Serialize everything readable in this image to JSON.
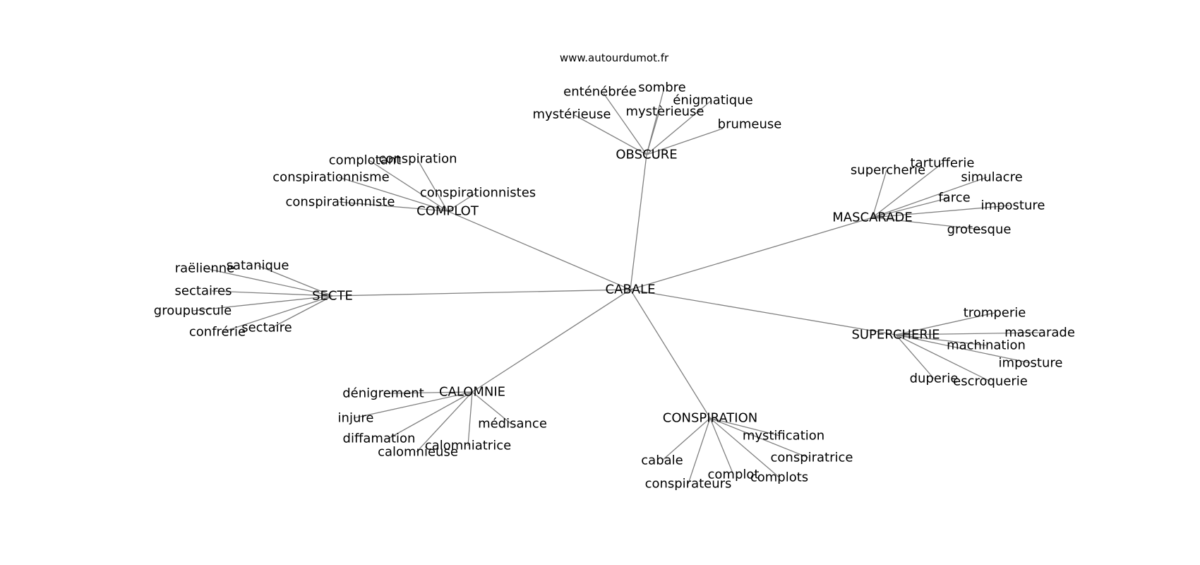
{
  "site": "www.autourdumot.fr",
  "root": "CABALE",
  "clusters": [
    {
      "hub": "OBSCURE",
      "words": [
        "mystérieuse",
        "enténébrée",
        "mystèrieuse",
        "sombre",
        "énigmatique",
        "brumeuse"
      ]
    },
    {
      "hub": "COMPLOT",
      "words": [
        "complotant",
        "conspiration",
        "conspirationnisme",
        "conspirationniste",
        "conspirationnistes"
      ]
    },
    {
      "hub": "MASCARADE",
      "words": [
        "supercherie",
        "tartufferie",
        "simulacre",
        "farce",
        "imposture",
        "grotesque"
      ]
    },
    {
      "hub": "SECTE",
      "words": [
        "raëlienne",
        "satanique",
        "sectaires",
        "groupuscule",
        "confrérie",
        "sectaire"
      ]
    },
    {
      "hub": "SUPERCHERIE",
      "words": [
        "tromperie",
        "mascarade",
        "machination",
        "imposture",
        "duperie",
        "escroquerie"
      ]
    },
    {
      "hub": "CALOMNIE",
      "words": [
        "dénigrement",
        "injure",
        "diffamation",
        "calomnieuse",
        "calomniatrice",
        "médisance"
      ]
    },
    {
      "hub": "CONSPIRATION",
      "words": [
        "mystification",
        "conspiratrice",
        "complots",
        "complot",
        "conspirateurs",
        "cabale"
      ]
    }
  ]
}
